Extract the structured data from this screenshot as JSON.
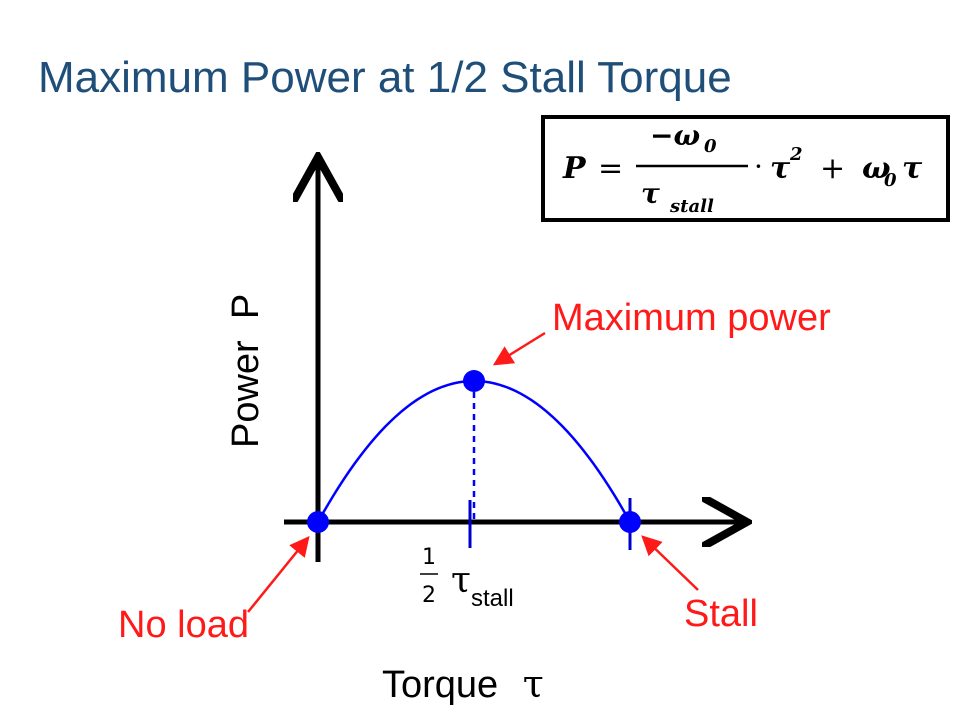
{
  "title": "Maximum Power at 1/2 Stall Torque",
  "formula": {
    "lhs": "P",
    "equals": "=",
    "numerator": "−ω",
    "numerator_sub": "0",
    "denominator": "τ",
    "denominator_sub": "stall",
    "dot": "·",
    "tau_sq": "τ",
    "sq": "2",
    "plus": "+",
    "omega": "ω",
    "omega_sub": "0",
    "tau_last": "τ"
  },
  "labels": {
    "max_power": "Maximum power",
    "no_load": "No load",
    "stall": "Stall"
  },
  "axes": {
    "y_label": "Power  P",
    "x_label_word": "Torque",
    "x_label_symbol": "τ"
  },
  "half_tick": {
    "numerator": "1",
    "denominator": "2",
    "symbol": "τ",
    "subscript": "stall"
  },
  "colors": {
    "title": "#1f4e79",
    "curve": "#0000ff",
    "annotation": "#ff1a1a",
    "axis": "#000000"
  },
  "chart_data": {
    "type": "line",
    "curve": "parabola",
    "points": [
      {
        "name": "no-load",
        "tau_fraction": 0,
        "power_fraction": 0
      },
      {
        "name": "maximum-power",
        "tau_fraction": 0.5,
        "power_fraction": 1
      },
      {
        "name": "stall",
        "tau_fraction": 1,
        "power_fraction": 0
      }
    ]
  }
}
